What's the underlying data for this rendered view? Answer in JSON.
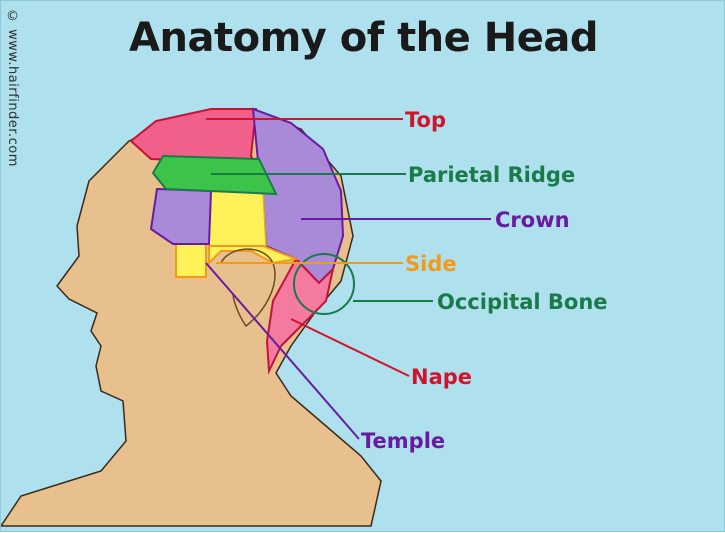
{
  "title": "Anatomy of the Head",
  "watermark": "© www.hairfinder.com",
  "labels": {
    "top": "Top",
    "parietal_ridge": "Parietal Ridge",
    "crown": "Crown",
    "side": "Side",
    "occipital_bone": "Occipital Bone",
    "nape": "Nape",
    "temple": "Temple"
  },
  "colors": {
    "background": "#aee0ee",
    "skin": "#e8c08d",
    "top": "#f0608a",
    "parietal_ridge": "#3cc44a",
    "crown": "#a98ad8",
    "side": "#fff15a",
    "nape": "#f47aa0",
    "red_line": "#d0142c",
    "green_line": "#1a7a4a",
    "purple_line": "#6a1aa0",
    "orange_line": "#f29a1a"
  }
}
